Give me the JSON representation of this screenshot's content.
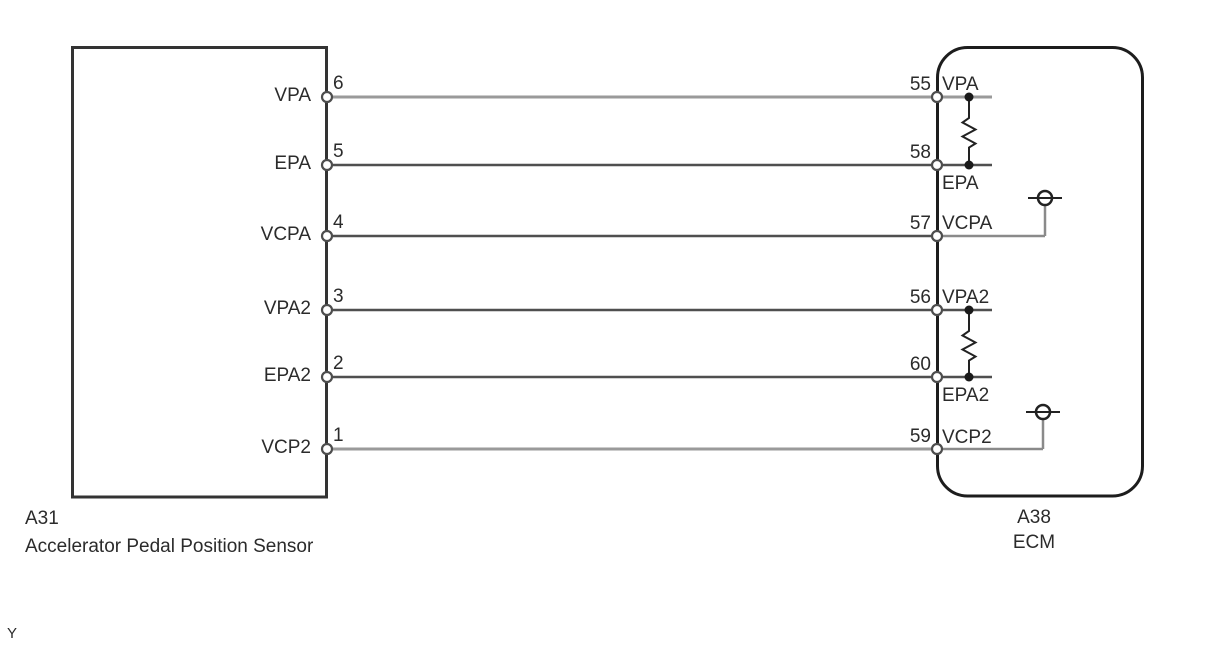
{
  "components": {
    "sensor": {
      "code": "A31",
      "name": "Accelerator Pedal Position Sensor"
    },
    "ecm": {
      "code": "A38",
      "name": "ECM"
    }
  },
  "rows": [
    {
      "signal": "VPA",
      "sensor_pin": "6",
      "ecm_pin": "55",
      "ecm_label": "VPA"
    },
    {
      "signal": "EPA",
      "sensor_pin": "5",
      "ecm_pin": "58",
      "ecm_label": "EPA"
    },
    {
      "signal": "VCPA",
      "sensor_pin": "4",
      "ecm_pin": "57",
      "ecm_label": "VCPA"
    },
    {
      "signal": "VPA2",
      "sensor_pin": "3",
      "ecm_pin": "56",
      "ecm_label": "VPA2"
    },
    {
      "signal": "EPA2",
      "sensor_pin": "2",
      "ecm_pin": "60",
      "ecm_label": "EPA2"
    },
    {
      "signal": "VCP2",
      "sensor_pin": "1",
      "ecm_pin": "59",
      "ecm_label": "VCP2"
    }
  ],
  "footnote_marker": "Y",
  "icons": {
    "resistor": "vertical-zigzag",
    "shield_ground": "circle-with-horizontal-bar",
    "pin_terminal": "open-circle",
    "junction": "filled-dot"
  },
  "colors": {
    "wire_gray": "#9a9a9a",
    "wire_dark": "#4f4f4f",
    "outline_dark": "#2e2e2e",
    "text": "#2b2b2b",
    "background": "#ffffff"
  }
}
